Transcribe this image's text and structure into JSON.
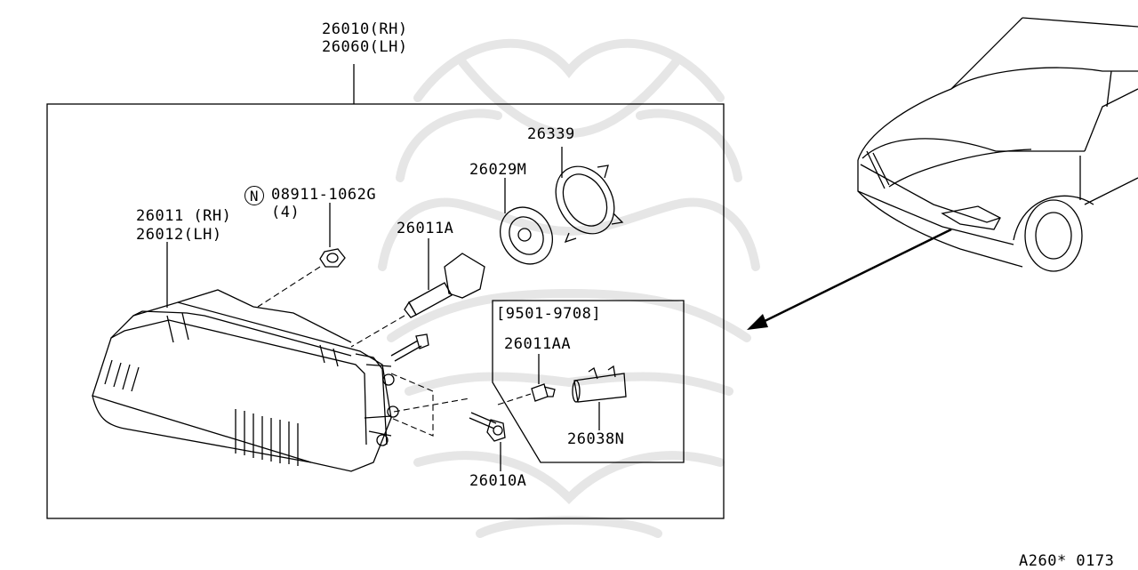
{
  "assembly": {
    "label_rh": "26010(RH)",
    "label_lh": "26060(LH)"
  },
  "housing": {
    "label_rh": "26011 (RH)",
    "label_lh": "26012(LH)"
  },
  "nut": {
    "circle_letter": "N",
    "part_no": "08911-1062G",
    "qty": "(4)"
  },
  "bulb": {
    "label": "26011A"
  },
  "cap": {
    "label": "26029M"
  },
  "ring": {
    "label": "26339"
  },
  "variant_box": {
    "date_range": "[9501-9708]",
    "bulb_label": "26011AA",
    "socket_label": "26038N"
  },
  "bolt": {
    "label": "26010A"
  },
  "footer": {
    "code": "A260* 0173"
  }
}
